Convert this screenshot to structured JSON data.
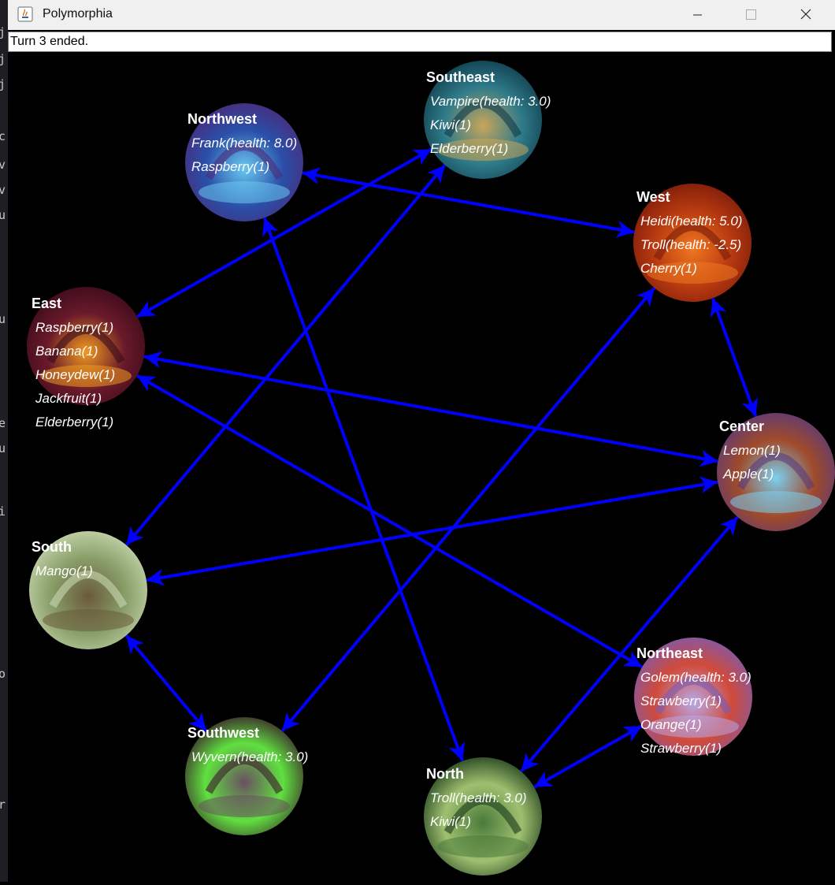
{
  "window": {
    "title": "Polymorphia",
    "icon": "java-app-icon",
    "controls": [
      "minimize-icon",
      "maximize-icon",
      "close-icon"
    ]
  },
  "status": {
    "text": "Turn 3 ended."
  },
  "background_editor_glyphs": [
    "j",
    "j",
    "j",
    "c",
    "v",
    "v",
    "u",
    "u",
    "e",
    "u",
    "i",
    "o",
    "r"
  ],
  "colors": {
    "board_background": "#000000",
    "connection": "#0000ff",
    "label": "#ffffff"
  },
  "rooms": [
    {
      "id": "southeast",
      "name": "Southeast",
      "items": [
        "Vampire(health: 3.0)",
        "Kiwi(1)",
        "Elderberry(1)"
      ],
      "palette": [
        "#0f3b4a",
        "#c9a55a",
        "#2f7b8a"
      ]
    },
    {
      "id": "northwest",
      "name": "Northwest",
      "items": [
        "Frank(health: 8.0)",
        "Raspberry(1)"
      ],
      "palette": [
        "#4b2a7a",
        "#6ac8f0",
        "#2a4fa8"
      ]
    },
    {
      "id": "west",
      "name": "West",
      "items": [
        "Heidi(health: 5.0)",
        "Troll(health: -2.5)",
        "Cherry(1)"
      ],
      "palette": [
        "#7a1a0a",
        "#f07820",
        "#b83a10"
      ]
    },
    {
      "id": "east",
      "name": "East",
      "items": [
        "Raspberry(1)",
        "Banana(1)",
        "Honeydew(1)",
        "Jackfruit(1)",
        "Elderberry(1)"
      ],
      "palette": [
        "#3a0a1a",
        "#f09a20",
        "#6a1a2a"
      ]
    },
    {
      "id": "center",
      "name": "Center",
      "items": [
        "Lemon(1)",
        "Apple(1)"
      ],
      "palette": [
        "#5a3a7a",
        "#7ad0f0",
        "#a04a2a"
      ]
    },
    {
      "id": "south",
      "name": "South",
      "items": [
        "Mango(1)"
      ],
      "palette": [
        "#c8d8b0",
        "#6a5a3a",
        "#8aa06a"
      ]
    },
    {
      "id": "northeast",
      "name": "Northeast",
      "items": [
        "Golem(health: 3.0)",
        "Strawberry(1)",
        "Orange(1)",
        "Strawberry(1)"
      ],
      "palette": [
        "#7a5ab0",
        "#b8a8e8",
        "#d04a3a"
      ]
    },
    {
      "id": "southwest",
      "name": "Southwest",
      "items": [
        "Wyvern(health: 3.0)"
      ],
      "palette": [
        "#3a1a2a",
        "#6a5060",
        "#60e040"
      ]
    },
    {
      "id": "north",
      "name": "North",
      "items": [
        "Troll(health: 3.0)",
        "Kiwi(1)"
      ],
      "palette": [
        "#1a3a1a",
        "#4a7a3a",
        "#a0c070"
      ]
    }
  ],
  "connections": [
    {
      "from": "northwest",
      "to": "west"
    },
    {
      "from": "east",
      "to": "southeast"
    },
    {
      "from": "south",
      "to": "southeast"
    },
    {
      "from": "northwest",
      "to": "north"
    },
    {
      "from": "east",
      "to": "center"
    },
    {
      "from": "east",
      "to": "northeast"
    },
    {
      "from": "south",
      "to": "center"
    },
    {
      "from": "south",
      "to": "southwest"
    },
    {
      "from": "west",
      "to": "center"
    },
    {
      "from": "southwest",
      "to": "west"
    },
    {
      "from": "north",
      "to": "center"
    },
    {
      "from": "north",
      "to": "northeast"
    }
  ]
}
